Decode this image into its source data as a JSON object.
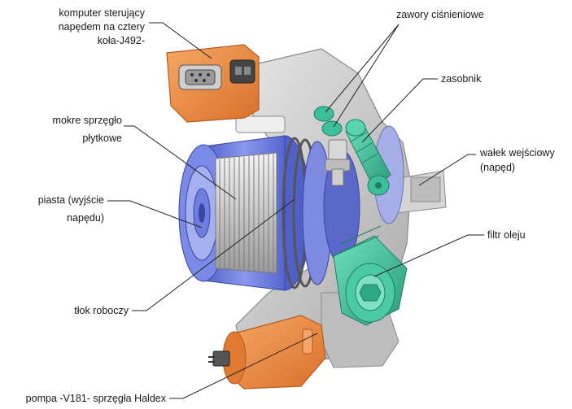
{
  "labels": {
    "controller": [
      "komputer sterujący",
      "napędem na cztery",
      "koła-J492-"
    ],
    "wet_clutch": [
      "mokre sprzęgło",
      "płytkowe"
    ],
    "hub": [
      "piasta (wyjście",
      "napędu)"
    ],
    "piston": "tłok roboczy",
    "pump": "pompa -V181- sprzęgła Haldex",
    "valves": "zawory ciśnieniowe",
    "accumulator": "zasobnik",
    "input_shaft": [
      "wałek wejściowy",
      "(napęd)"
    ],
    "oil_filter": "filtr oleju"
  },
  "colors": {
    "orange_housing": "#f08a3c",
    "teal_parts": "#3cbf9a",
    "blue_clutch": "#6f7fe0",
    "grey_housing": "#c9c9c9"
  }
}
